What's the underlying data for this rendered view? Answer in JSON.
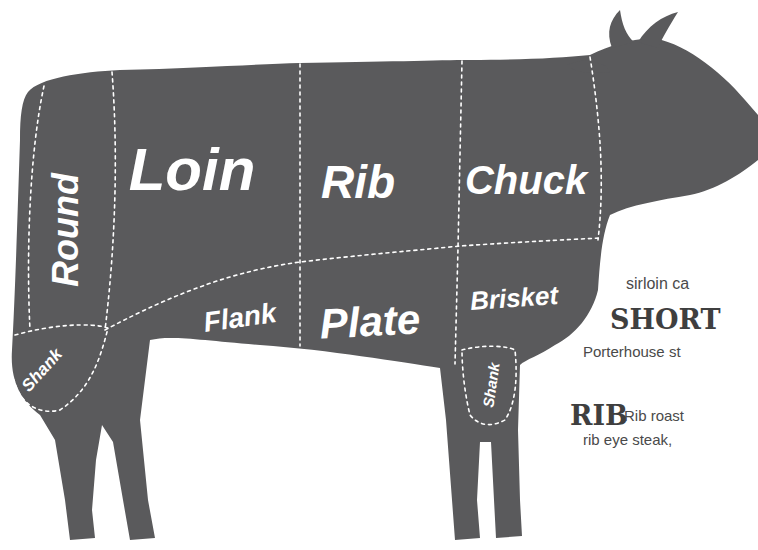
{
  "diagram": {
    "labels": [
      "Round",
      "Loin",
      "Rib",
      "Chuck",
      "Flank",
      "Plate",
      "Brisket",
      "Shank",
      "Shank",
      "sirloin ca",
      "SHORT",
      "Porterhouse st",
      "RIB",
      "Rib roast",
      "rib eye steak,"
    ]
  }
}
